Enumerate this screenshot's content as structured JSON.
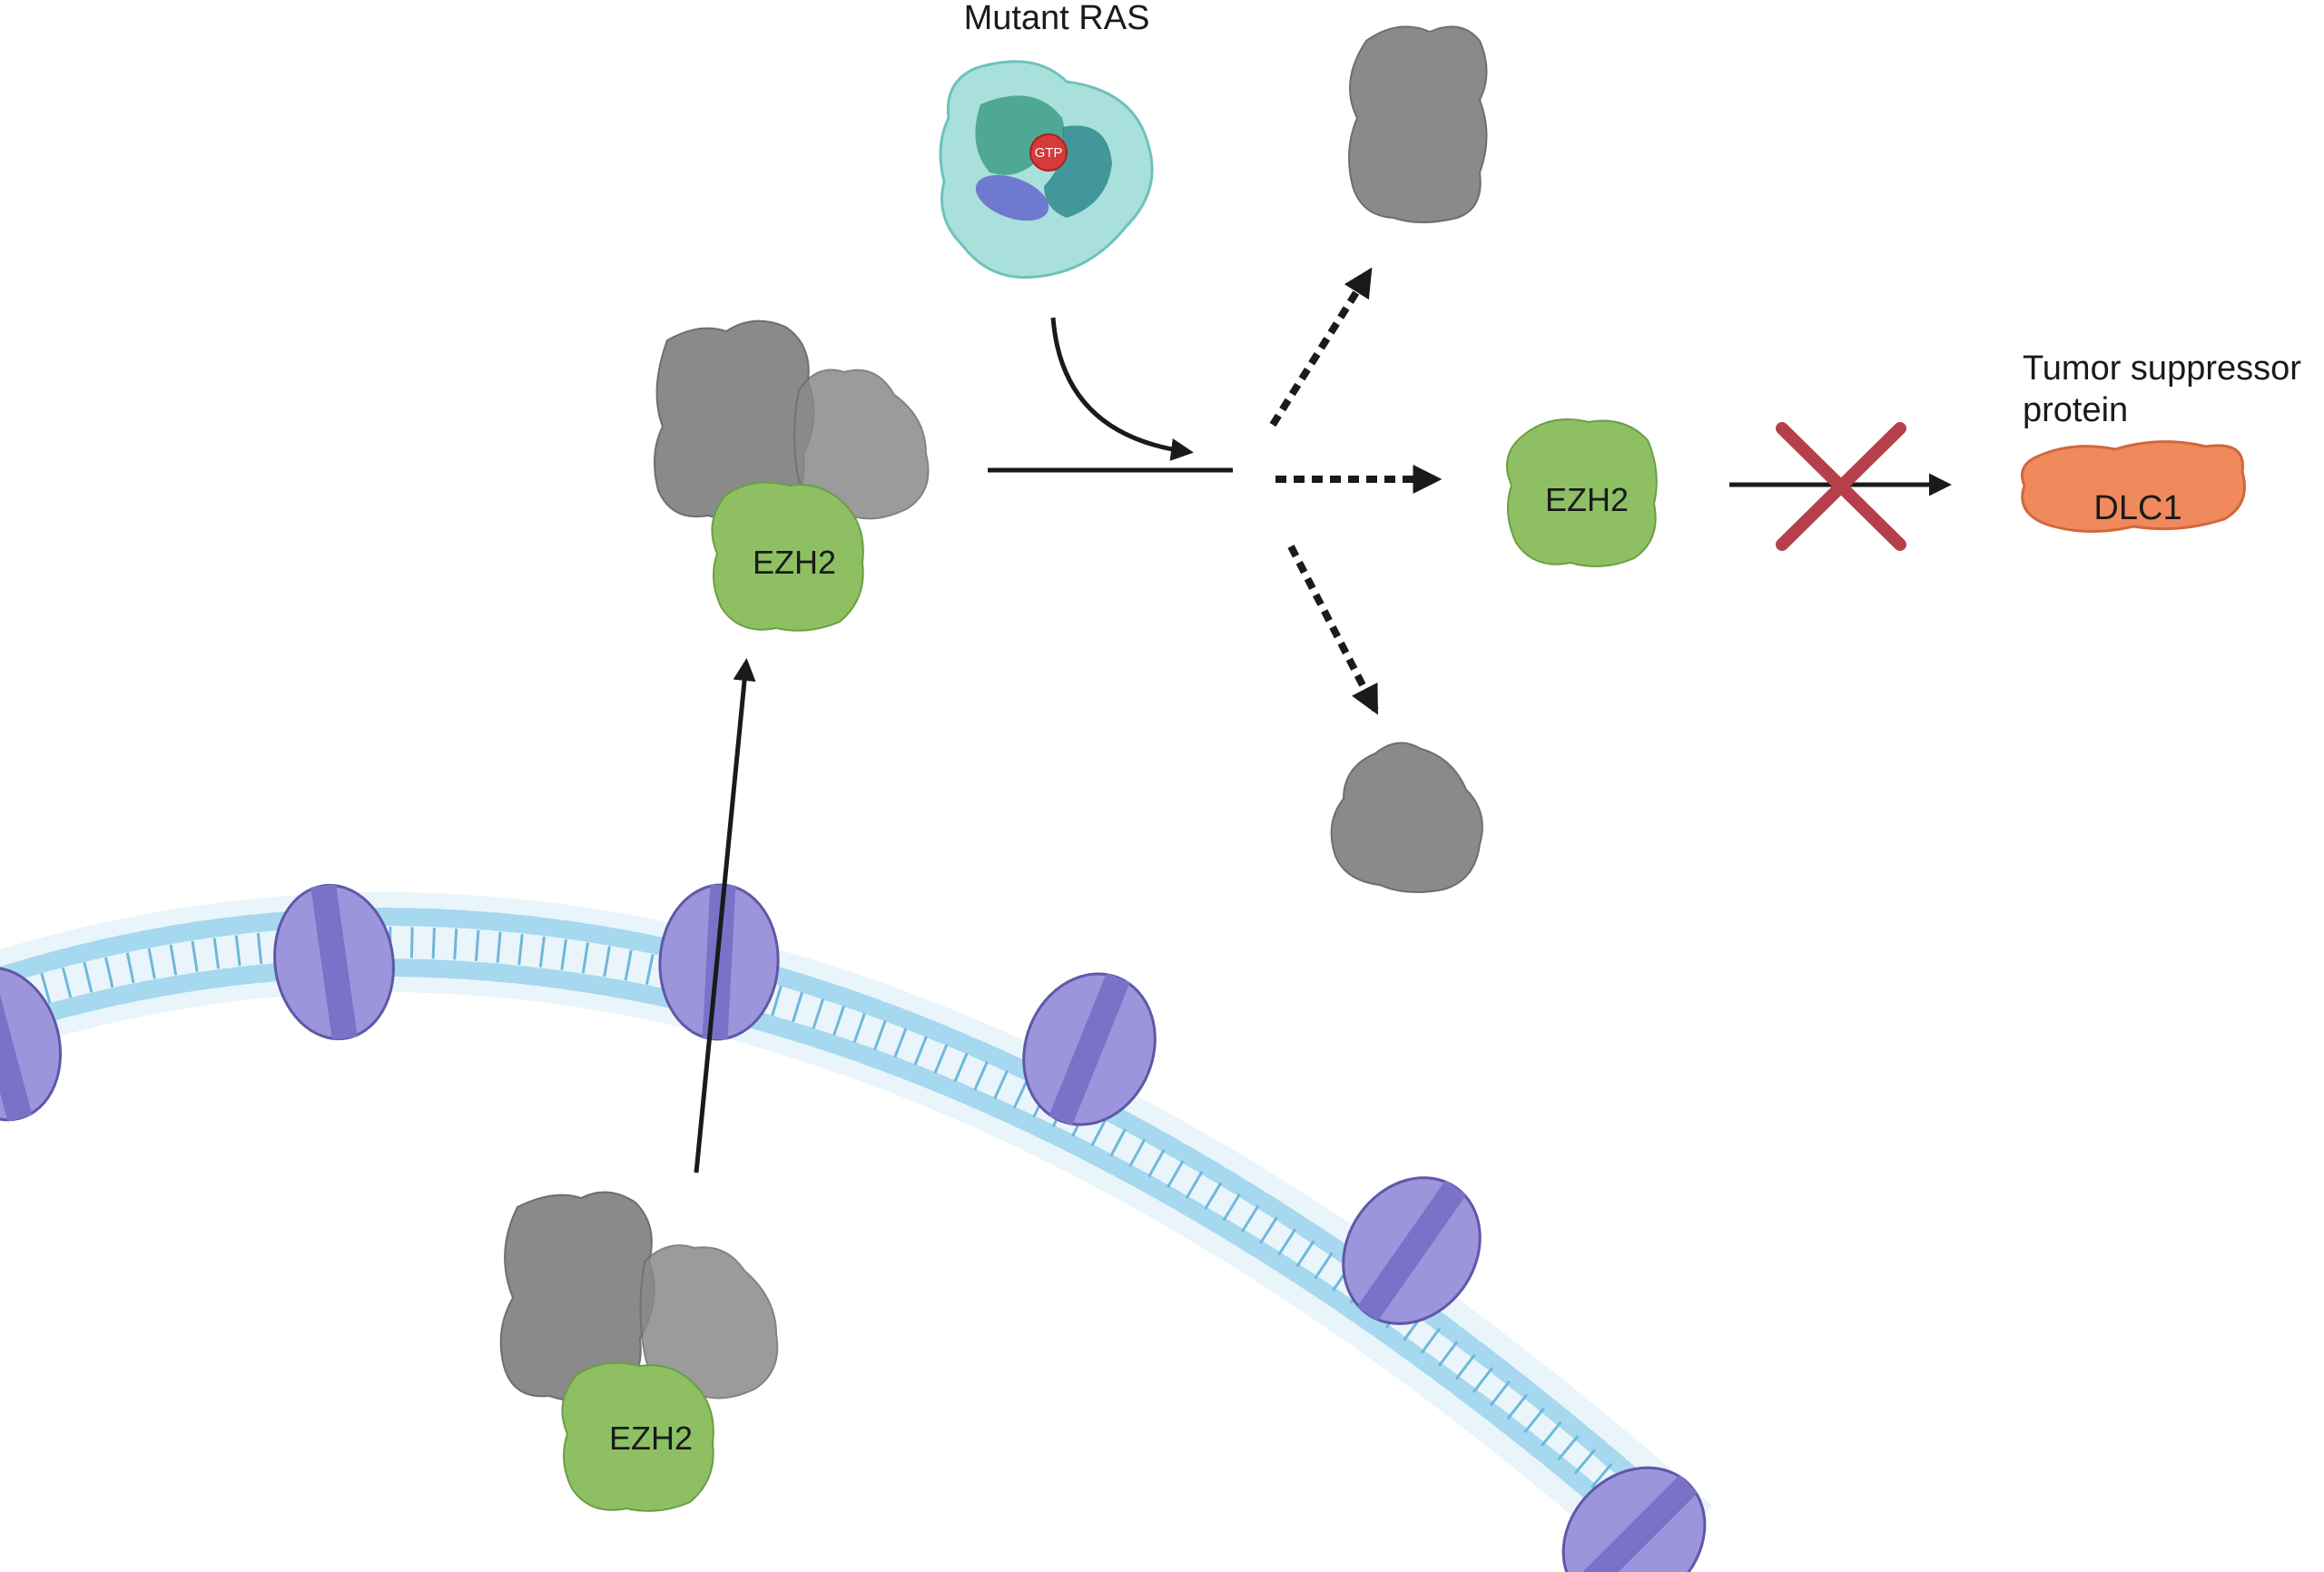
{
  "labels": {
    "mutant_ras": "Mutant RAS",
    "gtp": "GTP",
    "ezh2_complex_top": "EZH2",
    "ezh2_complex_bottom": "EZH2",
    "ezh2_free": "EZH2",
    "tumor_suppressor_line1": "Tumor suppressor",
    "tumor_suppressor_line2": "protein",
    "dlc1": "DLC1"
  },
  "colors": {
    "ezh2": "#8ec063",
    "grey_subunit": "#8a8a8a",
    "ras_outer": "#a9e0dc",
    "ras_inner": "#3f9e86",
    "gtp": "#d63a3a",
    "dlc1": "#f08a5d",
    "block_x": "#b5404a",
    "membrane_heads": "#a6d8ef",
    "channel": "#9d95db"
  }
}
